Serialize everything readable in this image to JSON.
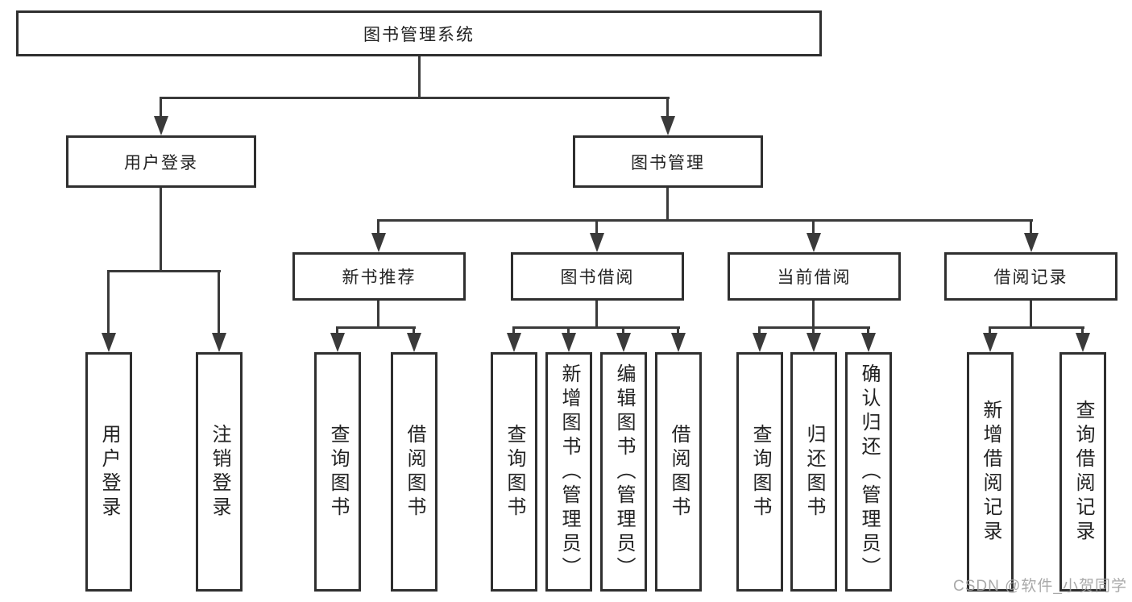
{
  "diagram": {
    "title": "图书管理系统",
    "level2": [
      {
        "label": "用户登录"
      },
      {
        "label": "图书管理"
      }
    ],
    "level3": [
      {
        "label": "新书推荐"
      },
      {
        "label": "图书借阅"
      },
      {
        "label": "当前借阅"
      },
      {
        "label": "借阅记录"
      }
    ],
    "leaves": [
      {
        "label": "用户登录"
      },
      {
        "label": "注销登录"
      },
      {
        "label": "查询图书"
      },
      {
        "label": "借阅图书"
      },
      {
        "label": "查询图书"
      },
      {
        "label": "新增图书（管理员）"
      },
      {
        "label": "编辑图书（管理员）"
      },
      {
        "label": "借阅图书"
      },
      {
        "label": "查询图书"
      },
      {
        "label": "归还图书"
      },
      {
        "label": "确认归还（管理员）"
      },
      {
        "label": "新增借阅记录"
      },
      {
        "label": "查询借阅记录"
      }
    ],
    "colors": {
      "line": "#3a3a3a",
      "border": "#2f2f2f",
      "text": "#222222",
      "watermark": "#a0a0a0"
    }
  },
  "watermark": {
    "text": "CSDN @软件_小贺同学"
  }
}
